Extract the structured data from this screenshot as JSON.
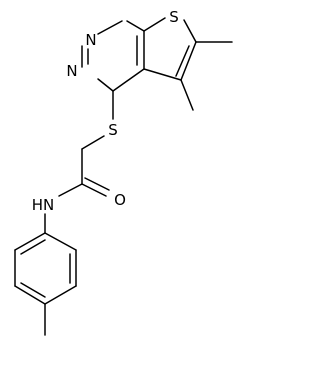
{
  "molecule": {
    "atoms": {
      "s_ring": "S",
      "n_top": "N",
      "n_left": "N",
      "s_thioether": "S",
      "o_carbonyl": "O",
      "nh_amide": "HN"
    }
  },
  "colors": {
    "bond": "#000000",
    "label": "#000000",
    "background": "#ffffff"
  }
}
